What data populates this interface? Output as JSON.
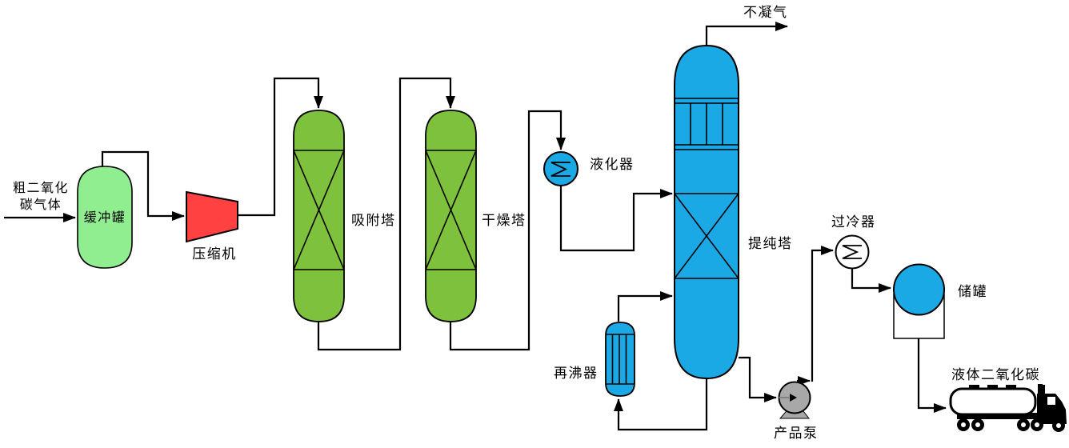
{
  "diagram_type": "process-flow-diagram",
  "colors": {
    "background": "#FFFFFF",
    "line": "#000000",
    "text": "#000000"
  },
  "streams": {
    "feed": {
      "label_line1": "粗二氧化",
      "label_line2": "碳气体"
    },
    "noncondensable_gas": {
      "label": "不凝气"
    },
    "liquid_co2": {
      "label": "液体二氧化碳"
    }
  },
  "equipment": {
    "buffer_tank": {
      "label": "缓冲罐",
      "color": "#90EE90"
    },
    "compressor": {
      "label": "压缩机",
      "color": "#FF4141"
    },
    "adsorption_tower": {
      "label": "吸附塔",
      "color": "#7EC13D"
    },
    "drying_tower": {
      "label": "干燥塔",
      "color": "#7EC13D"
    },
    "liquefier": {
      "label": "液化器",
      "color": "#1BA9E6"
    },
    "purification_tower": {
      "label": "提纯塔",
      "color": "#1BA9E6"
    },
    "reboiler": {
      "label": "再沸器",
      "color": "#1BA9E6"
    },
    "product_pump": {
      "label": "产品泵",
      "color": "#A8A8A8"
    },
    "subcooler": {
      "label": "过冷器",
      "color": "#FFFFFF"
    },
    "storage_tank": {
      "label": "储罐",
      "color": "#1BA9E6"
    },
    "tanker_truck": {
      "color_body": "#000000",
      "color_tank": "#FFFFFF"
    }
  }
}
